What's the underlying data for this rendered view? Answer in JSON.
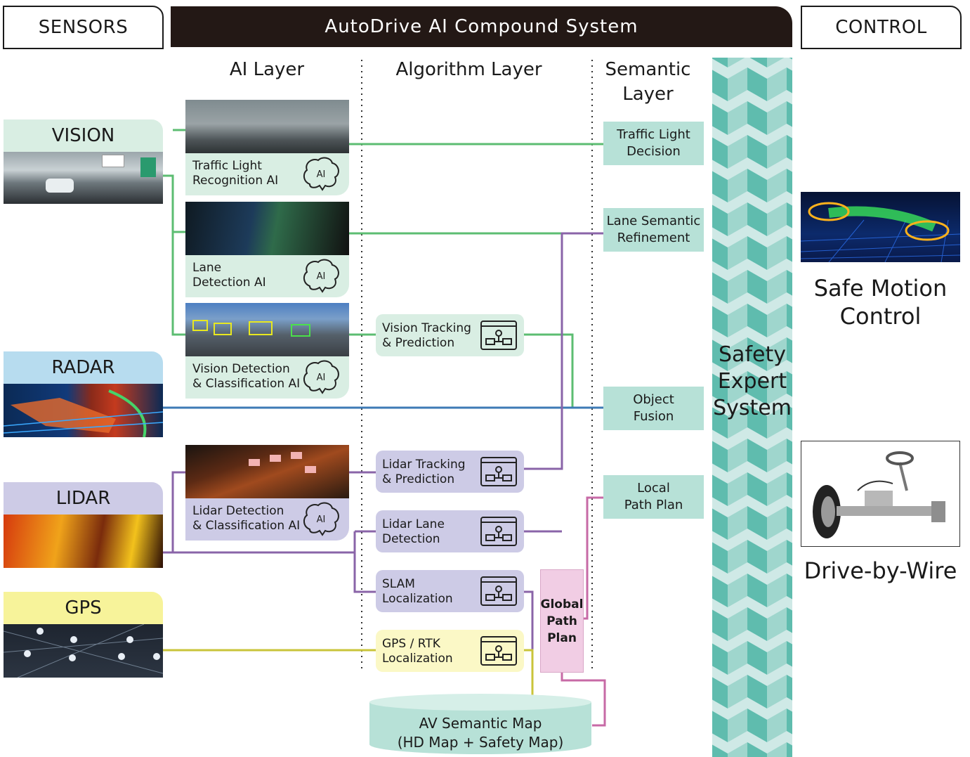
{
  "header": {
    "sensors_label": "SENSORS",
    "system_title": "AutoDrive AI Compound System",
    "control_label": "CONTROL"
  },
  "layers": {
    "ai": "AI Layer",
    "algorithm": "Algorithm Layer",
    "semantic_line1": "Semantic",
    "semantic_line2": "Layer"
  },
  "sensors": {
    "vision": "VISION",
    "radar": "RADAR",
    "lidar": "LIDAR",
    "gps": "GPS"
  },
  "ai_cards": [
    {
      "line1": "Traffic Light",
      "line2": "Recognition AI"
    },
    {
      "line1": "Lane",
      "line2": "Detection AI"
    },
    {
      "line1": "Vision Detection",
      "line2": "& Classification AI"
    },
    {
      "line1": "Lidar Detection",
      "line2": "& Classification AI"
    }
  ],
  "algorithm_cards": [
    {
      "line1": "Vision Tracking",
      "line2": "& Prediction"
    },
    {
      "line1": "Lidar Tracking",
      "line2": "& Prediction"
    },
    {
      "line1": "Lidar Lane",
      "line2": "Detection"
    },
    {
      "line1": "SLAM",
      "line2": "Localization"
    },
    {
      "line1": "GPS / RTK",
      "line2": "Localization"
    }
  ],
  "global_path": {
    "line1": "Global",
    "line2": "Path",
    "line3": "Plan"
  },
  "semantic_cards": [
    {
      "line1": "Traffic Light",
      "line2": "Decision"
    },
    {
      "line1": "Lane Semantic",
      "line2": "Refinement"
    },
    {
      "line1": "Object",
      "line2": "Fusion"
    },
    {
      "line1": "Local",
      "line2": "Path Plan"
    }
  ],
  "safety": {
    "line1": "Safety",
    "line2": "Expert",
    "line3": "System"
  },
  "semantic_map": {
    "line1": "AV Semantic Map",
    "line2": "(HD Map + Safety Map)"
  },
  "control": {
    "safe_motion_line1": "Safe Motion",
    "safe_motion_line2": "Control",
    "drive_by_wire": "Drive-by-Wire"
  },
  "colors": {
    "green_line": "#5cbd72",
    "purple_line": "#8a64a8",
    "blue_line": "#3d7ab5",
    "yellow_line": "#c9c43a",
    "pink_line": "#c76aa6",
    "ai_green": "#d9eee3",
    "lidar_purple": "#cdcbe6",
    "gps_yellow": "#f7f39a",
    "semantic_teal": "#b7e1d7"
  }
}
